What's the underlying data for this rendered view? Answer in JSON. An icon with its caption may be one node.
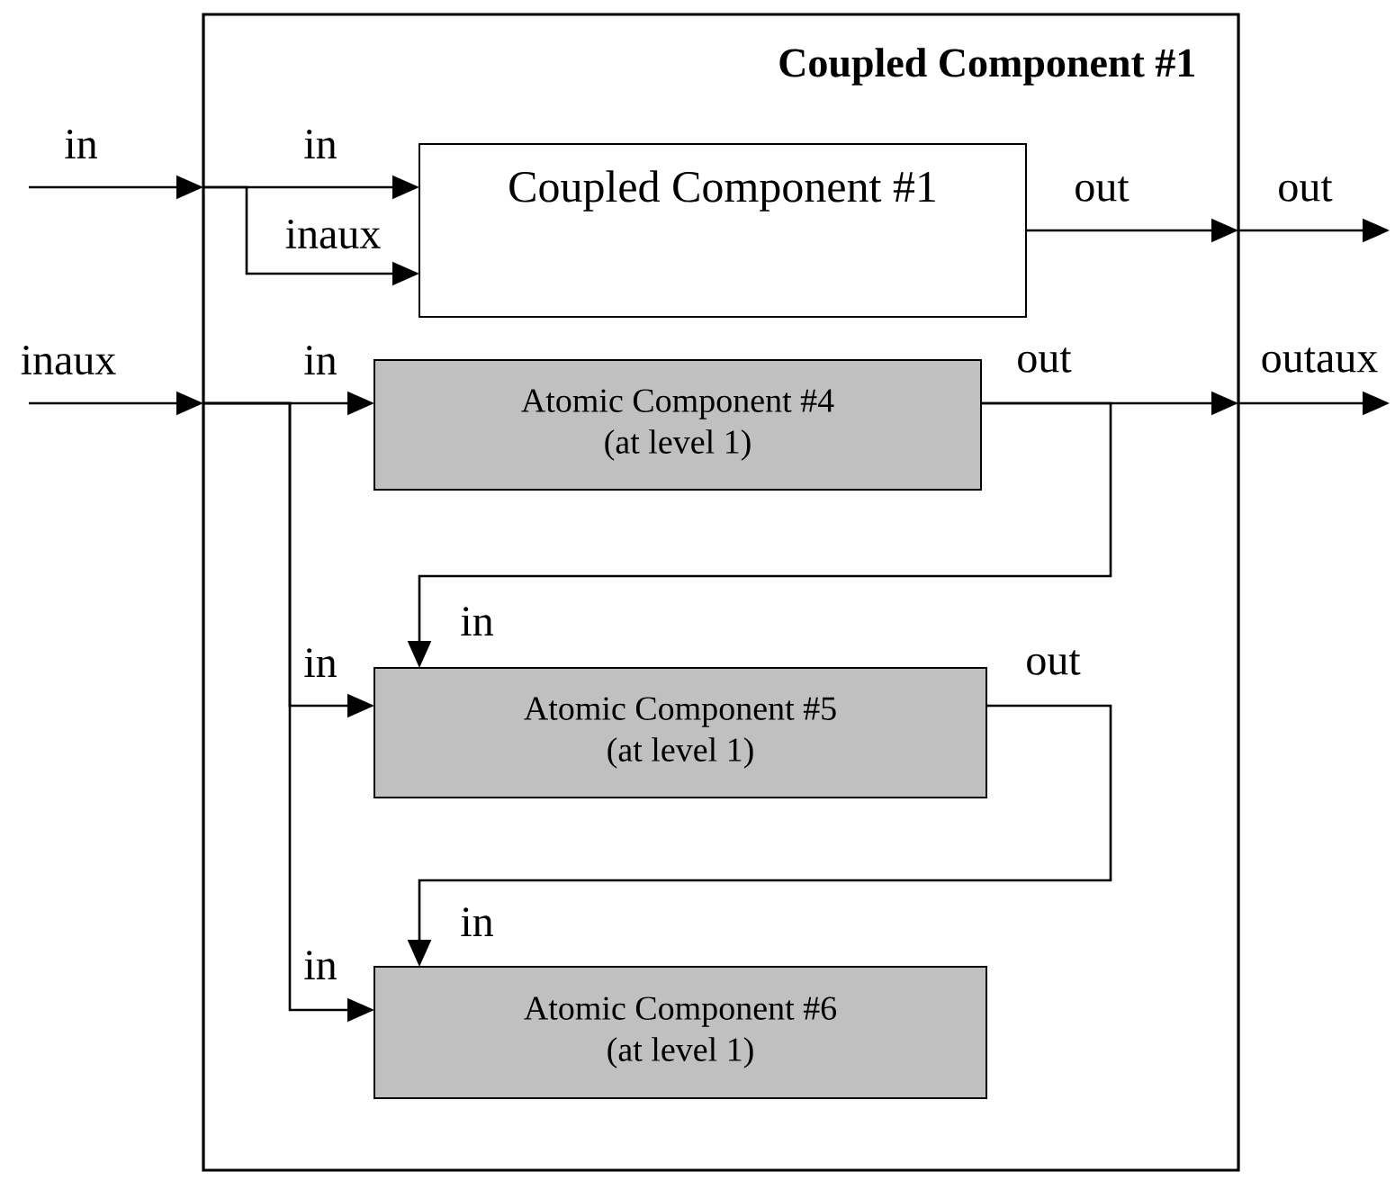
{
  "diagram": {
    "nodes": [
      {
        "text": [
          "Coupled Component #1"
        ]
      },
      {
        "text": [
          "Coupled Component #1"
        ],
        "in": 0
      },
      {
        "text": [
          "Atomic Component #4 (at level 1)"
        ],
        "in": 0
      },
      {
        "text": [
          "Atomic Component #5 (at level 1)"
        ],
        "in": 0
      },
      {
        "text": [
          "Atomic Component #6 (at level 1)"
        ],
        "in": 0
      }
    ],
    "edges": [
      {
        "from": null,
        "to": 0,
        "arrow": "to",
        "label": "in"
      },
      {
        "from": null,
        "to": 0,
        "arrow": "to",
        "label": "inaux"
      },
      {
        "from": 0,
        "to": 1,
        "arrow": "to",
        "label": "in"
      },
      {
        "from": 0,
        "to": 1,
        "arrow": "to",
        "label": "inaux"
      },
      {
        "from": 1,
        "to": 0,
        "arrow": "to",
        "label": "out"
      },
      {
        "from": 0,
        "to": null,
        "arrow": "to",
        "label": "out"
      },
      {
        "from": 0,
        "to": 2,
        "arrow": "to",
        "label": "in"
      },
      {
        "from": 2,
        "to": 0,
        "arrow": "to",
        "label": "out"
      },
      {
        "from": 0,
        "to": null,
        "arrow": "to",
        "label": "outaux"
      },
      {
        "from": 2,
        "to": 3,
        "arrow": "to",
        "label": "in"
      },
      {
        "from": 0,
        "to": 3,
        "arrow": "to",
        "label": "in"
      },
      {
        "from": 3,
        "to": 4,
        "arrow": "to",
        "label": "in"
      },
      {
        "from": 0,
        "to": 4,
        "arrow": "to",
        "label": "in"
      }
    ],
    "labels": [
      "out"
    ]
  }
}
